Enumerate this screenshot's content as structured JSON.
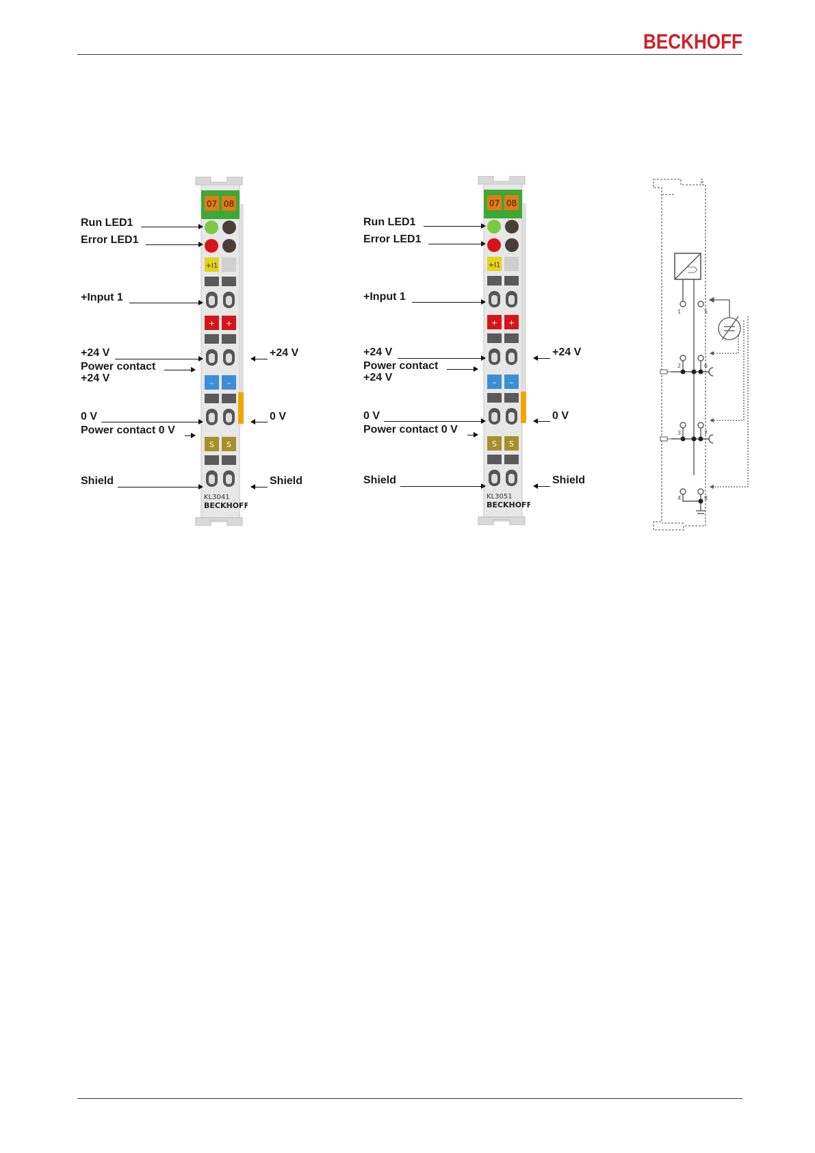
{
  "header": {
    "logo_text": "BECKHOFF",
    "brand_color": "#d11f26"
  },
  "terminal_left": {
    "model": "KL3041",
    "brand": "BECKHOFF",
    "channels": [
      "07",
      "08"
    ],
    "labels": {
      "run_led": "Run LED1",
      "error_led": "Error LED1",
      "input": "+Input 1",
      "plus24_left": "+24 V",
      "plus24_right": "+24 V",
      "power_contact_24_line1": "Power contact",
      "power_contact_24_line2": "+24 V",
      "zero_left": "0 V",
      "zero_right": "0 V",
      "power_contact_0": "Power contact 0 V",
      "shield_left": "Shield",
      "shield_right": "Shield"
    },
    "plug_labels": {
      "input": "+I1",
      "plus": "+",
      "minus": "–",
      "shield": "S"
    }
  },
  "terminal_right": {
    "model": "KL3051",
    "brand": "BECKHOFF",
    "channels": [
      "07",
      "08"
    ],
    "labels": {
      "run_led": "Run LED1",
      "error_led": "Error LED1",
      "input": "+Input 1",
      "plus24_left": "+24 V",
      "plus24_right": "+24 V",
      "power_contact_24_line1": "Power contact",
      "power_contact_24_line2": "+24 V",
      "zero_left": "0 V",
      "zero_right": "0 V",
      "power_contact_0": "Power contact 0 V",
      "shield_left": "Shield",
      "shield_right": "Shield"
    },
    "plug_labels": {
      "input": "+I1",
      "plus": "+",
      "minus": "–",
      "shield": "S"
    }
  },
  "schematic": {
    "terminal_numbers": [
      "1",
      "5",
      "2",
      "6",
      "3",
      "7",
      "4",
      "8"
    ]
  },
  "colors": {
    "led_green": "#7ac943",
    "led_red": "#d7141a",
    "led_dark": "#4a3f38",
    "channel_orange": "#e07b1a",
    "top_green": "#3aaa35",
    "plug_yellow": "#e6d21a",
    "plug_red": "#d7141a",
    "plug_blue": "#3b8fd6",
    "plug_olive": "#a88f2a",
    "side_orange": "#f0a500",
    "housing": "#e4e4e4"
  }
}
